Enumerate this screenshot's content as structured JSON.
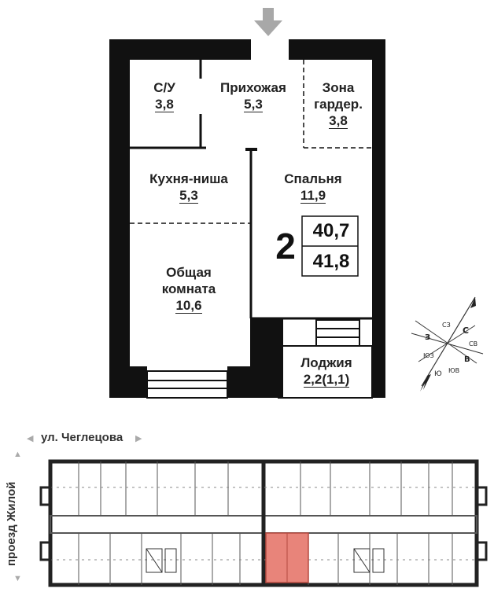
{
  "rooms": {
    "bathroom": {
      "name": "С/У",
      "area": "3,8"
    },
    "hallway": {
      "name": "Прихожая",
      "area": "5,3"
    },
    "wardrobe": {
      "name_line1": "Зона",
      "name_line2": "гардер.",
      "area": "3,8"
    },
    "kitchen": {
      "name": "Кухня-ниша",
      "area": "5,3"
    },
    "living": {
      "name_line1": "Общая",
      "name_line2": "комната",
      "area": "10,6"
    },
    "bedroom": {
      "name": "Спальня",
      "area": "11,9"
    },
    "loggia": {
      "name": "Лоджия",
      "area": "2,2(1,1)"
    }
  },
  "summary": {
    "room_count": "2",
    "living_area": "40,7",
    "total_area": "41,8"
  },
  "compass": {
    "n": "С",
    "ne": "СВ",
    "e": "В",
    "se": "ЮВ",
    "s": "Ю",
    "sw": "ЮЗ",
    "w": "З",
    "nw": "СЗ"
  },
  "streets": {
    "top": "ул. Чеглецова",
    "left": "проезд Жилой"
  },
  "colors": {
    "wall": "#111111",
    "highlight": "#e8847a",
    "entry_arrow": "#a8a8a8",
    "floor_plan_line": "#555555"
  }
}
